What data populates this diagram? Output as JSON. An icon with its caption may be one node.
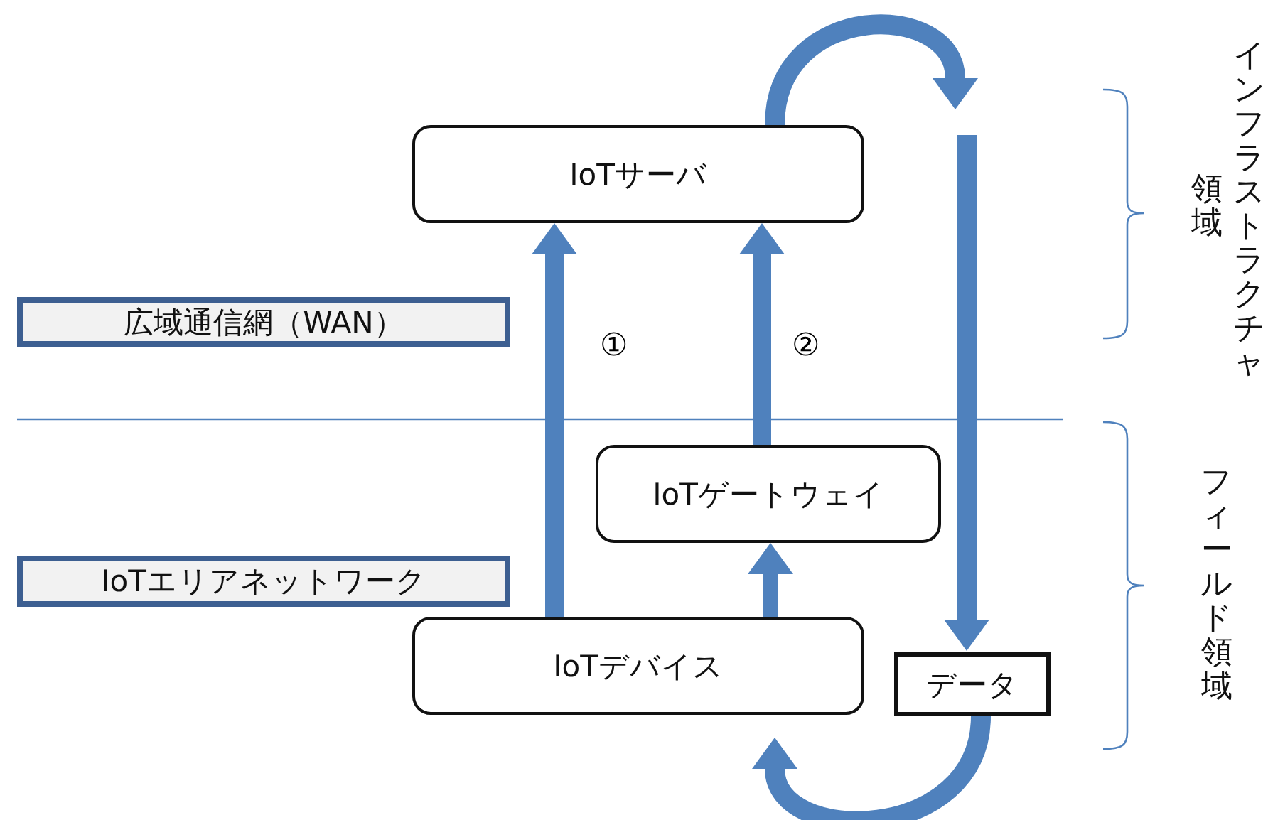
{
  "diagram": {
    "nodes": [
      {
        "text": [
          "IoTサーバ"
        ]
      },
      {
        "text": [
          "広域通信網（WAN）"
        ]
      },
      {
        "text": [
          "IoTゲートウェイ"
        ]
      },
      {
        "text": [
          "IoTエリアネットワーク"
        ]
      },
      {
        "text": [
          "IoTデバイス"
        ]
      },
      {
        "text": [
          "データ"
        ]
      }
    ],
    "edges": [
      {
        "from": 4,
        "to": 0,
        "arrow": "to",
        "label": "①"
      },
      {
        "from": 2,
        "to": 0,
        "arrow": "to",
        "label": "②"
      },
      {
        "from": 4,
        "to": 2,
        "arrow": "to"
      },
      {
        "from": 0,
        "to": null,
        "arrow": "to"
      },
      {
        "from": null,
        "to": 5,
        "arrow": "to"
      },
      {
        "from": 5,
        "to": 4,
        "arrow": "to"
      }
    ],
    "labels": [
      "インフラストラクチャ",
      "領域",
      "フィールド領域"
    ]
  }
}
